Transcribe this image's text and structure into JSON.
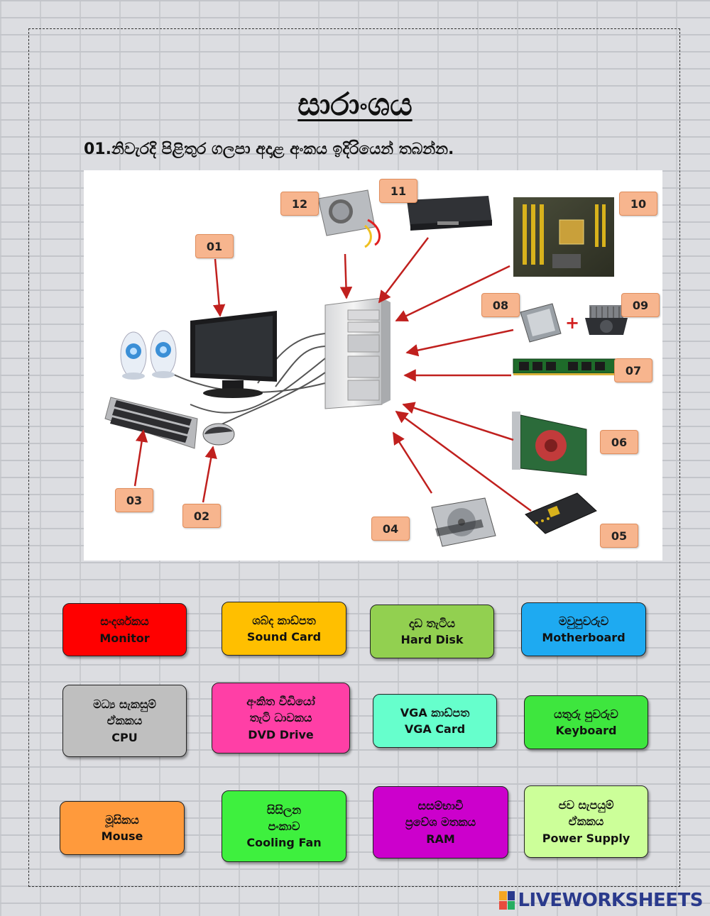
{
  "title": "සාරාංශය",
  "instruction": "01.නිවැරදි පිළිතුර ගලපා අදාළ අංකය ඉදිරියෙන් තබන්න.",
  "numbers": [
    "01",
    "02",
    "03",
    "04",
    "05",
    "06",
    "07",
    "08",
    "09",
    "10",
    "11",
    "12"
  ],
  "plus": "+",
  "cards": [
    {
      "si": "සංදර්ශකය",
      "en": "Monitor",
      "color": "#ff0000"
    },
    {
      "si": "ශබ්ද කාඩ්පත",
      "en": "Sound Card",
      "color": "#ffbf00"
    },
    {
      "si": "දෘඩ තැටිය",
      "en": "Hard Disk",
      "color": "#92d050"
    },
    {
      "si": "මවුපුවරුව",
      "en": "Motherboard",
      "color": "#1eaaf1"
    },
    {
      "si1": "මධ්‍ය සැකසුම්",
      "si2": "ඒකකය",
      "en": "CPU",
      "color": "#bfbfbf"
    },
    {
      "si1": "අංකිත වීඩියෝ",
      "si2": "තැටි ධාවකය",
      "en": "DVD Drive",
      "color": "#ff3fa6"
    },
    {
      "si": "VGA කාඩ්පත",
      "en": "VGA Card",
      "color": "#66ffcc"
    },
    {
      "si": "යතුරු පුවරුව",
      "en": "Keyboard",
      "color": "#3ee63e"
    },
    {
      "si": "මූසිකය",
      "en": "Mouse",
      "color": "#ff9a3c"
    },
    {
      "si1": "සිසිලන",
      "si2": "පංකාව",
      "en": "Cooling Fan",
      "color": "#3ef03e"
    },
    {
      "si1": "සසම්භාවී",
      "si2": "ප්‍රවේශ මතකය",
      "en": "RAM",
      "color": "#cc00cc"
    },
    {
      "si1": "ජව සැපයුම්",
      "si2": "ඒකකය",
      "en": "Power Supply",
      "color": "#ccff99"
    }
  ],
  "brand": "LIVEWORKSHEETS"
}
